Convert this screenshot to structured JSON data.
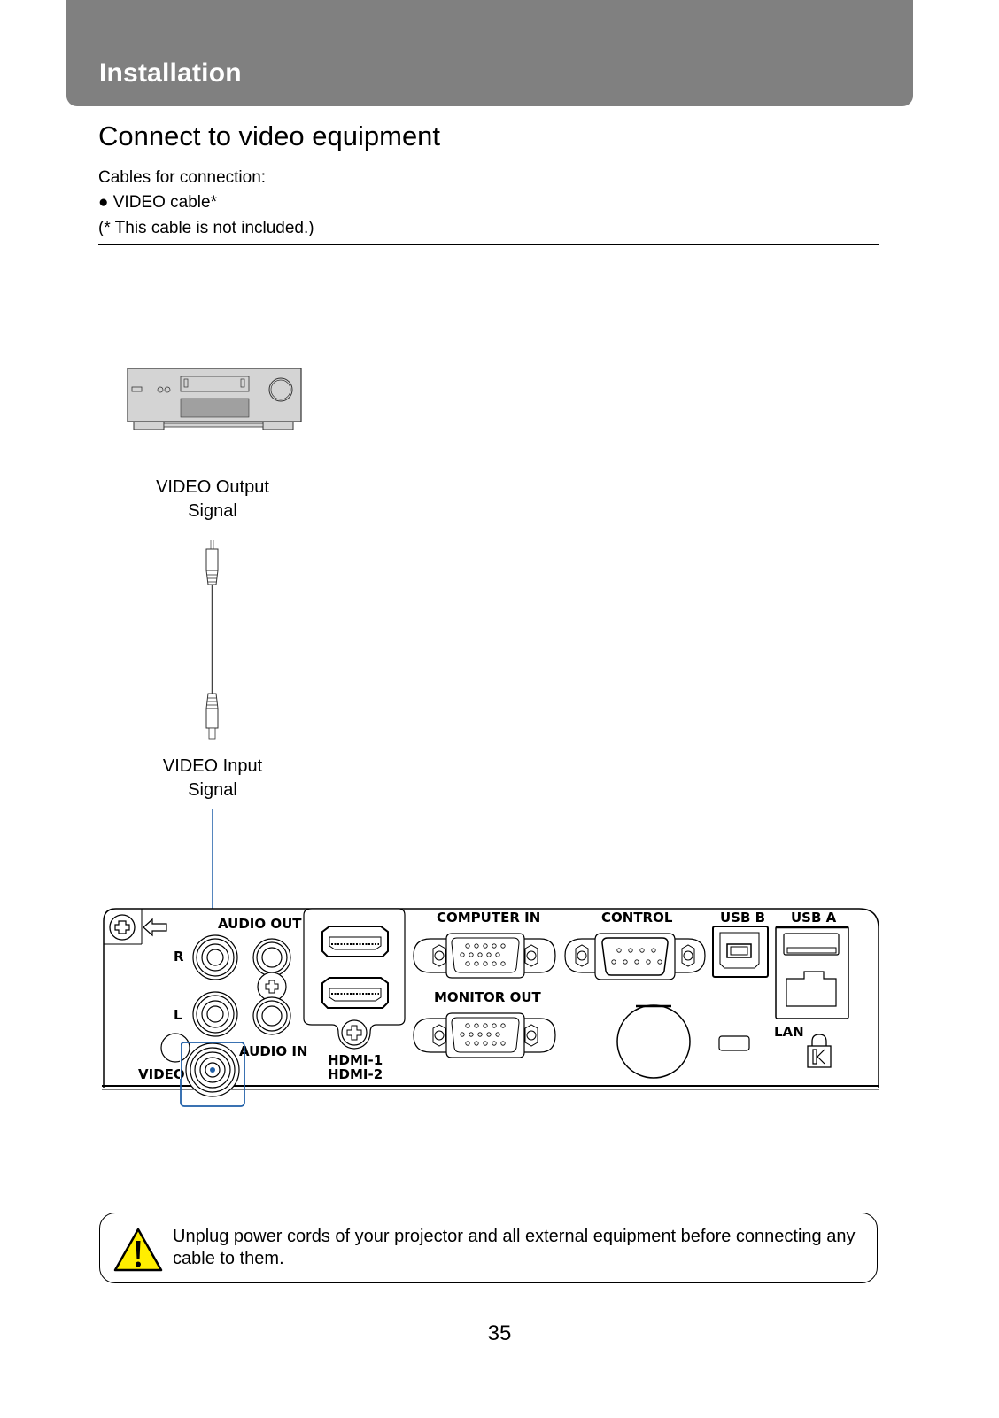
{
  "header": {
    "section_title": "Installation",
    "band_color": "#808080"
  },
  "page": {
    "title": "Connect to video equipment",
    "number": "35"
  },
  "cables": {
    "intro": "Cables for connection:",
    "items": [
      "● VIDEO cable*"
    ],
    "note": "(* This cable is not included.)"
  },
  "diagram": {
    "source_device": "video-equipment",
    "output_label_line1": "VIDEO Output",
    "output_label_line2": "Signal",
    "input_label_line1": "VIDEO Input",
    "input_label_line2": "Signal",
    "highlight_color": "#1f5fa8",
    "ports": {
      "audio_out": "AUDIO OUT",
      "r": "R",
      "l": "L",
      "audio_in": "AUDIO IN",
      "video": "VIDEO",
      "hdmi1": "HDMI-1",
      "hdmi2": "HDMI-2",
      "computer_in": "COMPUTER IN",
      "control": "CONTROL",
      "usb_b": "USB B",
      "usb_a": "USB A",
      "monitor_out": "MONITOR OUT",
      "lan": "LAN"
    }
  },
  "caution": {
    "icon": "warning-triangle-icon",
    "text": "Unplug power cords of your projector and all external equipment before connecting any cable to them.",
    "icon_fill": "#ffee00"
  }
}
